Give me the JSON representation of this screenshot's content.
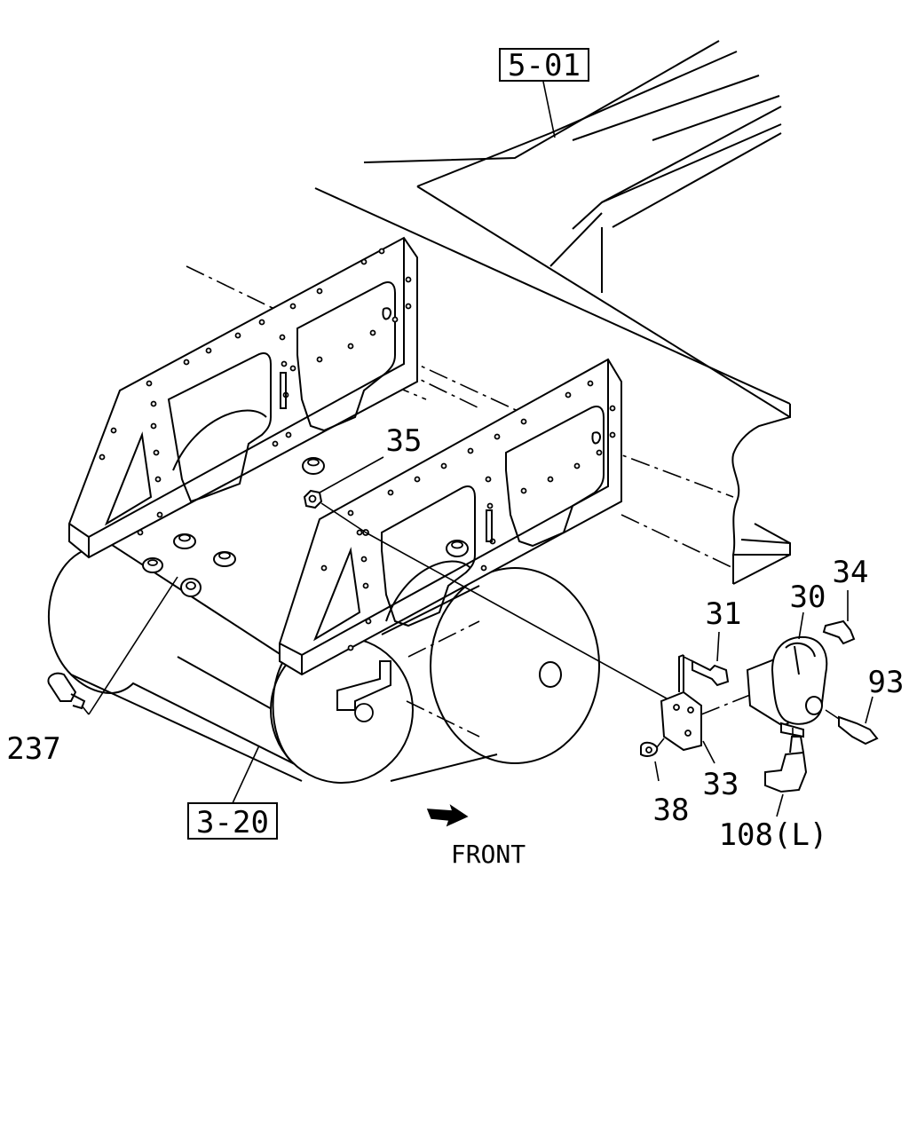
{
  "references": {
    "frame": "5-01",
    "tanks": "3-20"
  },
  "callouts": {
    "p35": "35",
    "p31": "31",
    "p30": "30",
    "p34": "34",
    "p93": "93",
    "p33": "33",
    "p38": "38",
    "p108": "108(L)",
    "p237": "237"
  },
  "direction": {
    "label": "FRONT"
  }
}
